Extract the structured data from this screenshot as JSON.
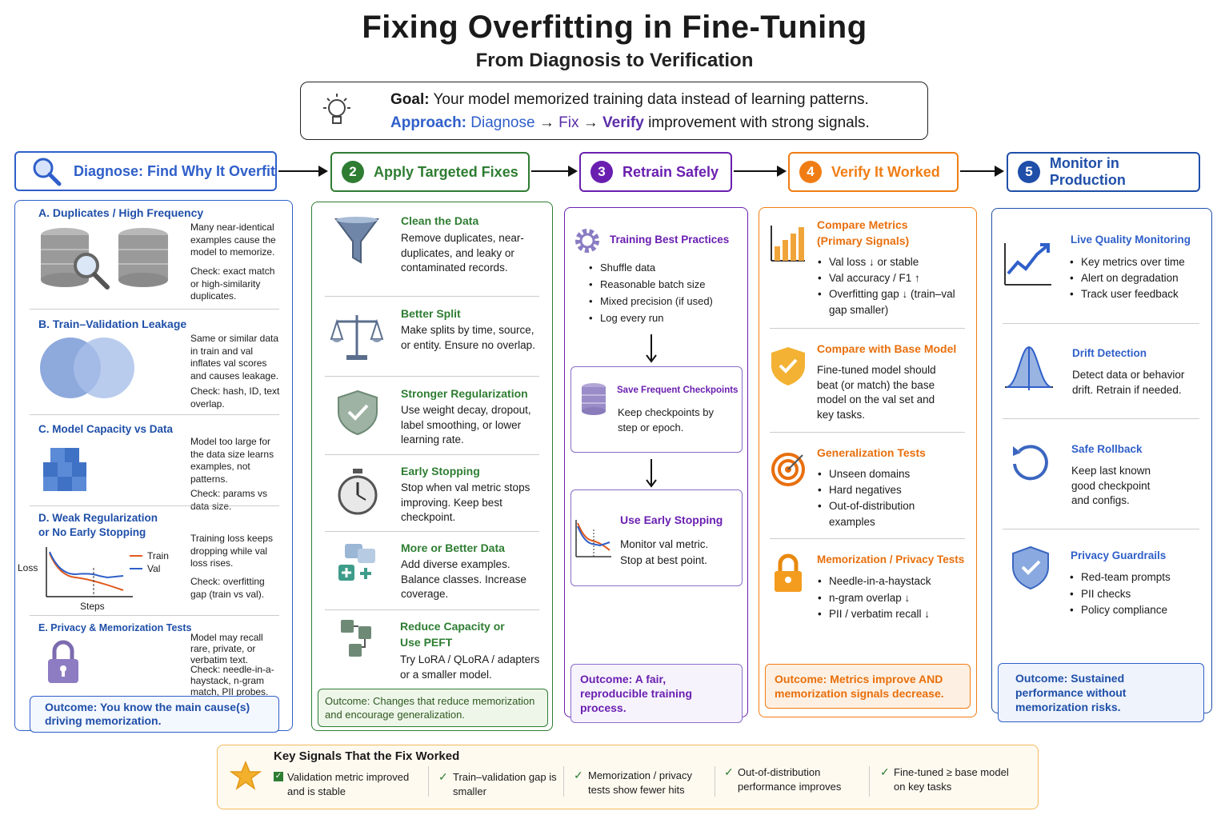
{
  "title": "Fixing Overfitting in Fine-Tuning",
  "subtitle": "From Diagnosis to Verification",
  "goal": {
    "label": "Goal:",
    "text": "Your model memorized training data instead of learning patterns.",
    "approach_label": "Approach:",
    "diagnose": "Diagnose",
    "fix": "Fix",
    "verify": "Verify",
    "rest": "improvement with strong signals.",
    "arrow": "→"
  },
  "colors": {
    "blue": "#2f5fc9",
    "green": "#2e7d32",
    "purple": "#6a1fb0",
    "orange": "#f07d14",
    "navy": "#1f4fa8"
  },
  "steps": [
    {
      "num": "",
      "title": "Diagnose: Find Why It Overfit"
    },
    {
      "num": "2",
      "title": "Apply Targeted Fixes"
    },
    {
      "num": "3",
      "title": "Retrain Safely"
    },
    {
      "num": "4",
      "title": "Verify It Worked"
    },
    {
      "num": "5",
      "title": "Monitor in Production"
    }
  ],
  "diagnose": {
    "a": {
      "title": "A. Duplicates / High Frequency",
      "desc": "Many near-identical examples cause the model to memorize.",
      "check": "Check: exact match or high-similarity duplicates."
    },
    "b": {
      "title": "B. Train–Validation Leakage",
      "desc": "Same or similar data in train and val inflates val scores and causes leakage.",
      "check": "Check: hash, ID, text overlap."
    },
    "c": {
      "title": "C. Model Capacity vs Data",
      "desc": "Model too large for the data size learns examples, not patterns.",
      "check": "Check: params vs data size."
    },
    "d": {
      "title1": "D. Weak Regularization",
      "title2": "or No Early Stopping",
      "desc": "Training loss keeps dropping while val loss rises.",
      "check": "Check: overfitting gap (train vs val).",
      "ylabel": "Loss",
      "xlabel": "Steps",
      "legend_train": "Train",
      "legend_val": "Val"
    },
    "e": {
      "title": "E. Privacy & Memorization Tests",
      "desc": "Model may recall rare, private, or verbatim text.",
      "check": "Check: needle-in-a-haystack, n-gram match, PII probes."
    },
    "outcome": "Outcome: You know the main cause(s) driving memorization."
  },
  "fixes": {
    "items": [
      {
        "title": "Clean the Data",
        "desc": "Remove duplicates, near-duplicates, and leaky or contaminated records."
      },
      {
        "title": "Better Split",
        "desc": "Make splits by time, source, or entity. Ensure no overlap."
      },
      {
        "title": "Stronger Regularization",
        "desc": "Use weight decay, dropout, label smoothing, or lower learning rate."
      },
      {
        "title": "Early Stopping",
        "desc": "Stop when val metric stops improving. Keep best checkpoint."
      },
      {
        "title": "More or Better Data",
        "desc": "Add diverse examples. Balance classes. Increase coverage."
      },
      {
        "title": "Reduce Capacity or Use PEFT",
        "desc": "Try LoRA / QLoRA / adapters or a smaller model."
      }
    ],
    "outcome": "Outcome: Changes that reduce memorization and encourage generalization."
  },
  "retrain": {
    "best_title": "Training Best Practices",
    "best_items": [
      "Shuffle data",
      "Reasonable batch size",
      "Mixed precision (if used)",
      "Log every run"
    ],
    "ckpt_title": "Save Frequent Checkpoints",
    "ckpt_desc": "Keep checkpoints by step or epoch.",
    "es_title": "Use Early Stopping",
    "es_desc": "Monitor val metric. Stop at best point.",
    "outcome": "Outcome: A fair, reproducible training process."
  },
  "verify": {
    "metrics_title": "Compare Metrics (Primary Signals)",
    "metrics_items": [
      "Val loss ↓ or stable",
      "Val accuracy / F1 ↑",
      "Overfitting gap ↓ (train–val gap smaller)"
    ],
    "base_title": "Compare with Base Model",
    "base_desc": "Fine-tuned model should beat (or match) the base model on the val set and key tasks.",
    "gen_title": "Generalization Tests",
    "gen_items": [
      "Unseen domains",
      "Hard negatives",
      "Out-of-distribution examples"
    ],
    "mem_title": "Memorization / Privacy Tests",
    "mem_items": [
      "Needle-in-a-haystack",
      "n-gram overlap ↓",
      "PII / verbatim recall ↓"
    ],
    "outcome": "Outcome: Metrics improve AND memorization signals decrease."
  },
  "monitor": {
    "live_title": "Live Quality Monitoring",
    "live_items": [
      "Key metrics over time",
      "Alert on degradation",
      "Track user feedback"
    ],
    "drift_title": "Drift Detection",
    "drift_desc": "Detect data or behavior drift. Retrain if needed.",
    "rollback_title": "Safe Rollback",
    "rollback_desc": "Keep last known good checkpoint and configs.",
    "privacy_title": "Privacy Guardrails",
    "privacy_items": [
      "Red-team prompts",
      "PII checks",
      "Policy compliance"
    ],
    "outcome": "Outcome: Sustained performance without memorization risks."
  },
  "signals": {
    "title": "Key Signals That the Fix Worked",
    "items": [
      "Validation metric improved and is stable",
      "Train–validation gap is smaller",
      "Memorization / privacy tests show fewer hits",
      "Out-of-distribution performance improves",
      "Fine-tuned ≥ base model on key tasks"
    ]
  }
}
